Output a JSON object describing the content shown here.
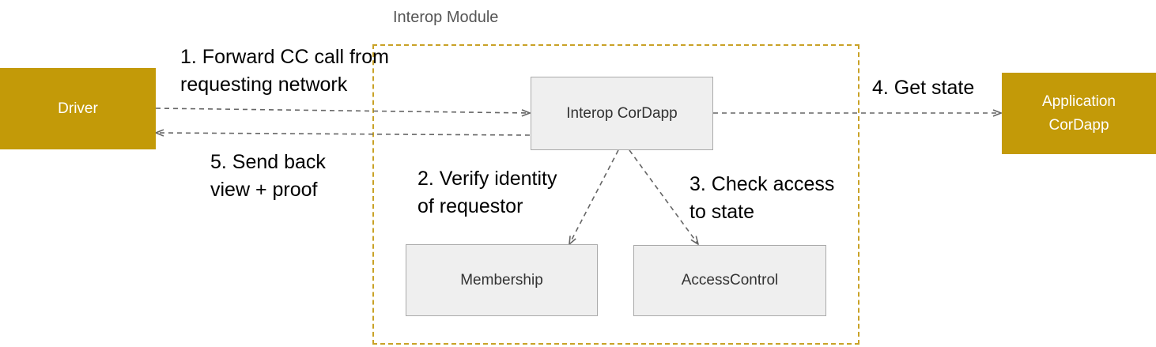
{
  "module": {
    "label": "Interop Module"
  },
  "nodes": {
    "driver": "Driver",
    "application": "Application\nCorDapp",
    "interop": "Interop CorDapp",
    "membership": "Membership",
    "access_control": "AccessControl"
  },
  "steps": {
    "forward": "1. Forward CC call from\nrequesting network",
    "verify": "2. Verify identity\nof requestor",
    "check": "3. Check access\nto state",
    "get_state": "4. Get state",
    "send_back": "5. Send back\nview + proof"
  },
  "colors": {
    "node_gold": "#c39a08",
    "module_border": "#c9a227",
    "inner_node": "#efefef",
    "arrow": "#666666"
  }
}
